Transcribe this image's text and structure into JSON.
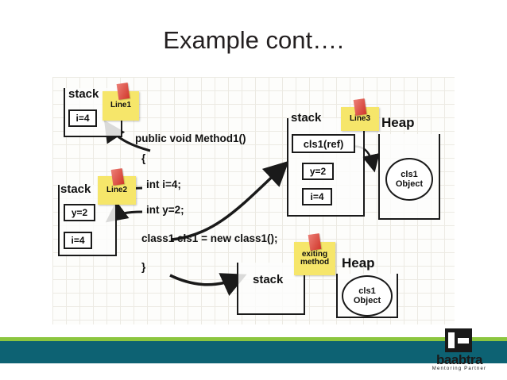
{
  "slide": {
    "title": "Example cont…."
  },
  "diagram": {
    "stacks": [
      {
        "id": "stack-line1",
        "label": "stack",
        "slots": [
          "i=4"
        ]
      },
      {
        "id": "stack-line2",
        "label": "stack",
        "slots": [
          "y=2",
          "i=4"
        ]
      },
      {
        "id": "stack-line3",
        "label": "stack",
        "slots": [
          "cls1(ref)",
          "y=2",
          "i=4"
        ]
      },
      {
        "id": "stack-exiting",
        "label": "stack",
        "slots": []
      }
    ],
    "heaps": [
      {
        "id": "heap-top",
        "label": "Heap",
        "object": {
          "line1": "cls1",
          "line2": "Object"
        }
      },
      {
        "id": "heap-bottom",
        "label": "Heap",
        "object": {
          "line1": "cls1",
          "line2": "Object"
        }
      }
    ],
    "stickies": [
      {
        "id": "sticky-line1",
        "text": "Line1"
      },
      {
        "id": "sticky-line2",
        "text": "Line2"
      },
      {
        "id": "sticky-line3",
        "text": "Line3"
      },
      {
        "id": "sticky-exiting",
        "text": "exiting method"
      }
    ],
    "code_lines": [
      {
        "id": "code-signature",
        "text": "public void Method1()"
      },
      {
        "id": "code-open-brace",
        "text": "{"
      },
      {
        "id": "code-int-i",
        "text": "int i=4;"
      },
      {
        "id": "code-int-y",
        "text": "int y=2;"
      },
      {
        "id": "code-new-class1",
        "text": "class1 cls1 = new class1();"
      },
      {
        "id": "code-close-brace",
        "text": "}"
      }
    ],
    "colors": {
      "sticky": "#f6e66a",
      "tape": "#e23b2e",
      "ink": "#1a1a1a",
      "grid": "#eceae3"
    }
  },
  "footer": {
    "brand": "baabtra",
    "tagline": "Mentoring Partner",
    "bar_green": "#8cc63f",
    "bar_teal": "#0d6273"
  }
}
